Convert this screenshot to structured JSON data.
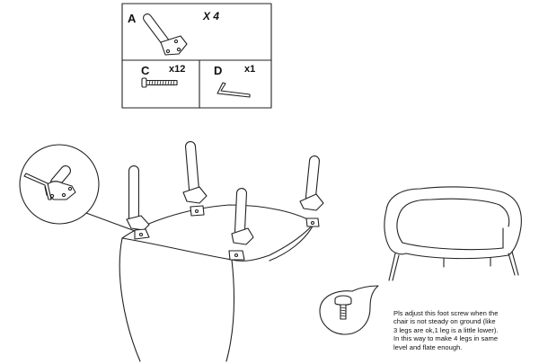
{
  "parts_box": {
    "part_a": {
      "letter": "A",
      "quantity": "X 4"
    },
    "part_c": {
      "letter": "C",
      "quantity": "x12"
    },
    "part_d": {
      "letter": "D",
      "quantity": "x1"
    }
  },
  "note_lines": [
    "Pls adjust this foot screw when the",
    "chair is not steady on ground (like",
    "3 legs are ok,1 leg is a little lower).",
    "In this way to make 4 legs in same",
    "level and flate enough."
  ],
  "icons": [
    "leg-icon",
    "bolt-icon",
    "allen-key-icon",
    "foot-screw-icon",
    "sofa-icon"
  ],
  "colors": {
    "line": "#222222",
    "background": "#ffffff"
  }
}
